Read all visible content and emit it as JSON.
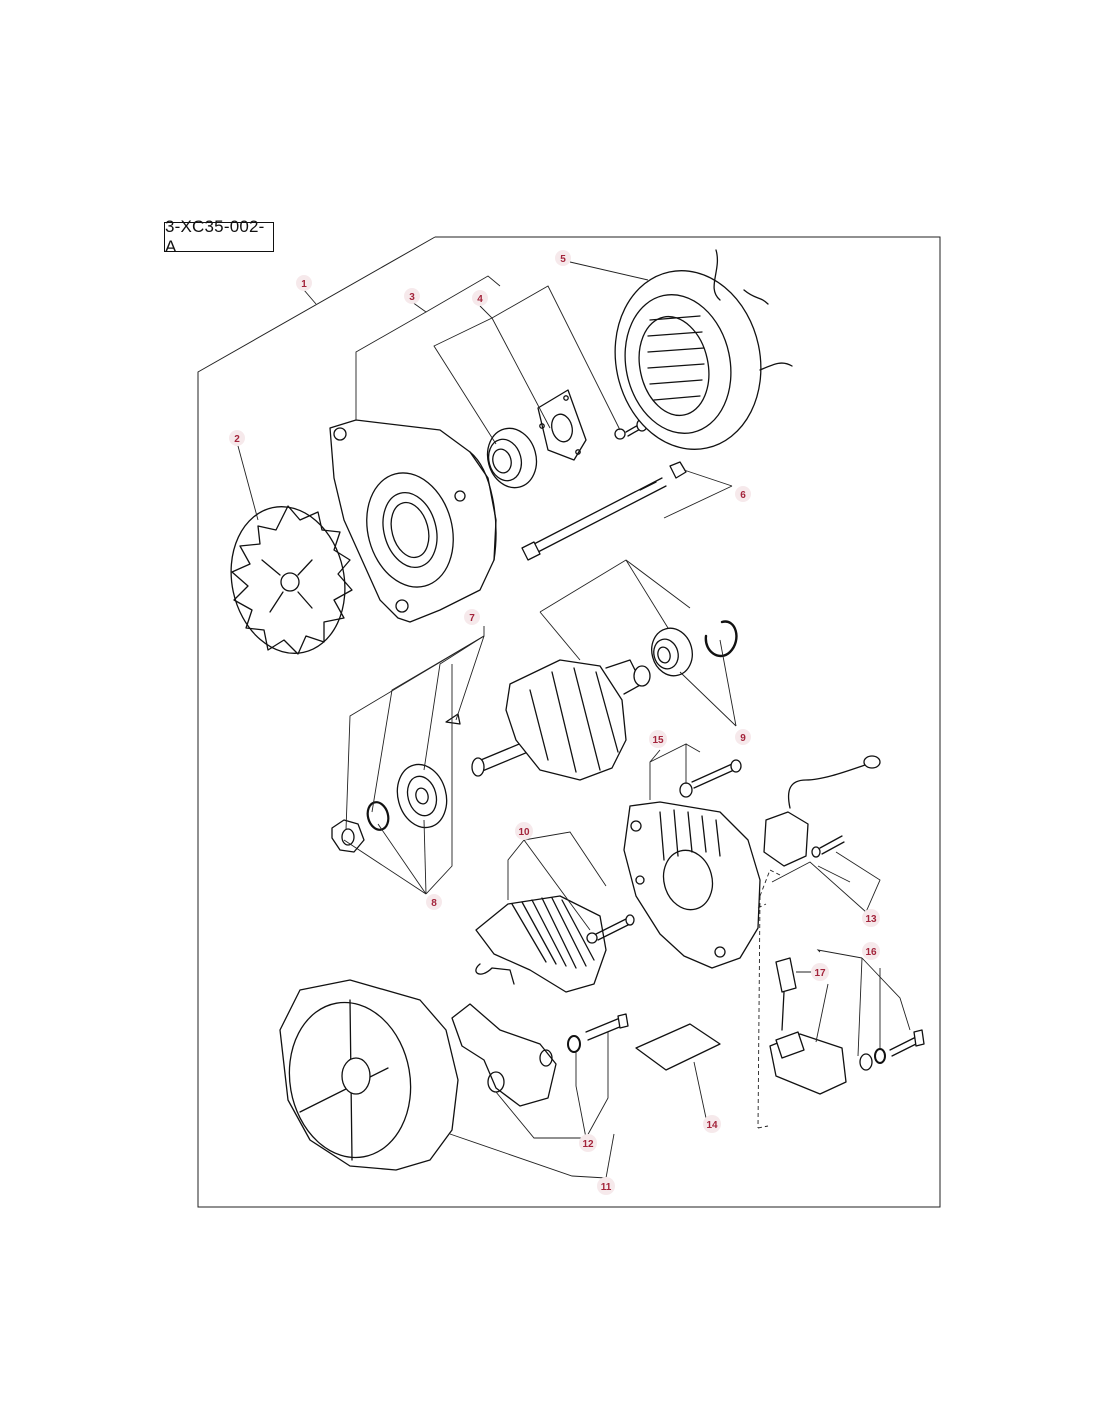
{
  "diagram": {
    "reference_code": "3-XC35-002-A",
    "callout_color": "#a3243b",
    "line_color": "#111111",
    "callouts": [
      "1",
      "2",
      "3",
      "4",
      "5",
      "6",
      "7",
      "8",
      "9",
      "10",
      "11",
      "12",
      "13",
      "14",
      "15",
      "16",
      "17"
    ]
  }
}
